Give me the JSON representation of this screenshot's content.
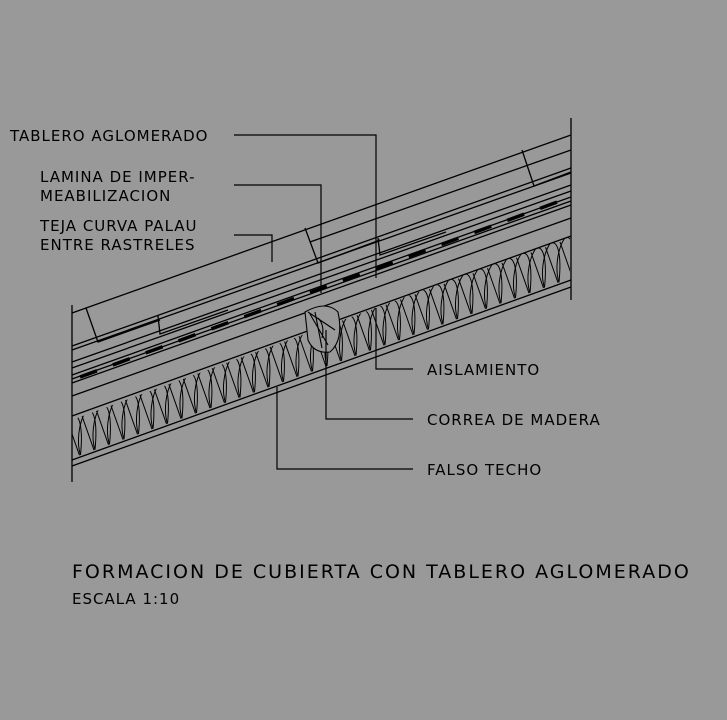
{
  "drawing": {
    "background": "#999999",
    "line_color": "#000000",
    "title": "FORMACION DE CUBIERTA CON TABLERO AGLOMERADO",
    "scale": "ESCALA 1:10"
  },
  "labels": {
    "tablero": "TABLERO AGLOMERADO",
    "lamina_1": "LAMINA DE IMPER-",
    "lamina_2": "MEABILIZACION",
    "teja_1": "TEJA CURVA PALAU",
    "teja_2": "ENTRE RASTRELES",
    "aislamiento": "AISLAMIENTO",
    "correa": "CORREA DE MADERA",
    "falso_techo": "FALSO TECHO"
  }
}
